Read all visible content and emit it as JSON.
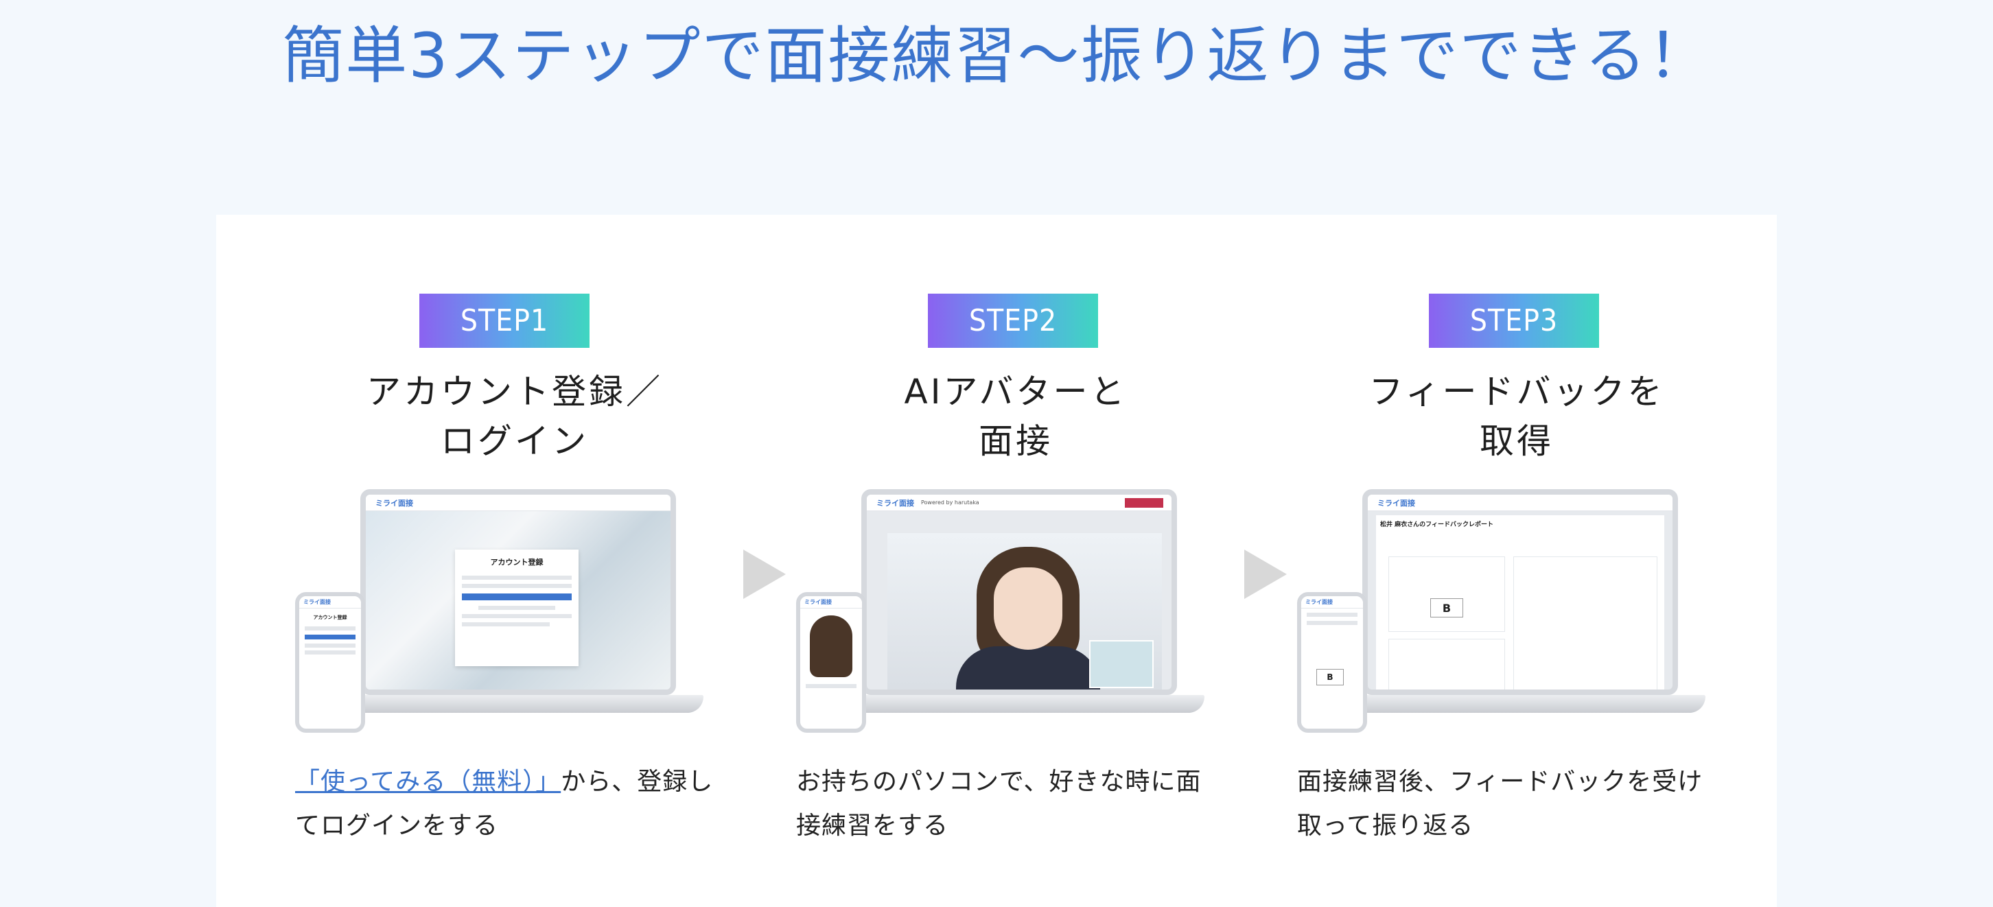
{
  "headline": "簡単3ステップで面接練習〜振り返りまでできる！",
  "steps": [
    {
      "badge": "STEP1",
      "title_line1": "アカウント登録／",
      "title_line2": "ログイン",
      "desc_link": "「使ってみる（無料）」",
      "desc_rest": "から、登録してログインをする",
      "screen": {
        "logo": "ミライ面接",
        "card_title": "アカウント登録",
        "phone_title": "アカウント登録"
      }
    },
    {
      "badge": "STEP2",
      "title_line1": "AIアバターと",
      "title_line2": "面接",
      "desc_text": "お持ちのパソコンで、好きな時に面接練習をする",
      "screen": {
        "logo": "ミライ面接",
        "powered": "Powered by harutaka"
      }
    },
    {
      "badge": "STEP3",
      "title_line1": "フィードバックを",
      "title_line2": "取得",
      "desc_text": "面接練習後、フィードバックを受け取って振り返る",
      "screen": {
        "logo": "ミライ面接",
        "report_title": "松井 麻衣さんのフィードバックレポート",
        "grade": "B"
      }
    }
  ],
  "colors": {
    "accent": "#3b74cd",
    "badge_start": "#8b62f0",
    "badge_end": "#3fd6c0",
    "arrow": "#d8d8d8"
  }
}
